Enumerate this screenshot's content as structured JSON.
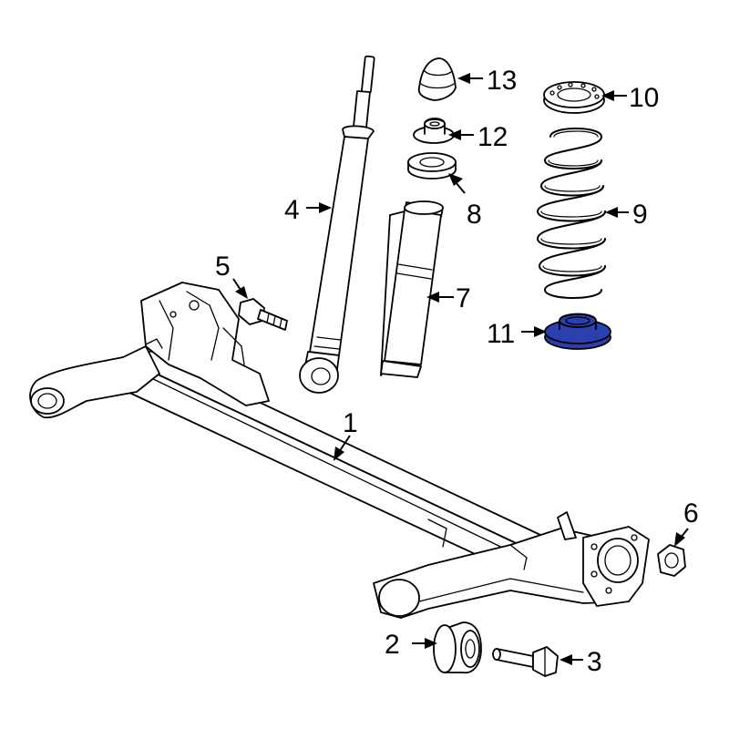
{
  "diagram": {
    "highlight_color": "#2b3fae",
    "highlighted_part": "11",
    "callouts": {
      "c1": "1",
      "c2": "2",
      "c3": "3",
      "c4": "4",
      "c5": "5",
      "c6": "6",
      "c7": "7",
      "c8": "8",
      "c9": "9",
      "c10": "10",
      "c11": "11",
      "c12": "12",
      "c13": "13"
    }
  }
}
